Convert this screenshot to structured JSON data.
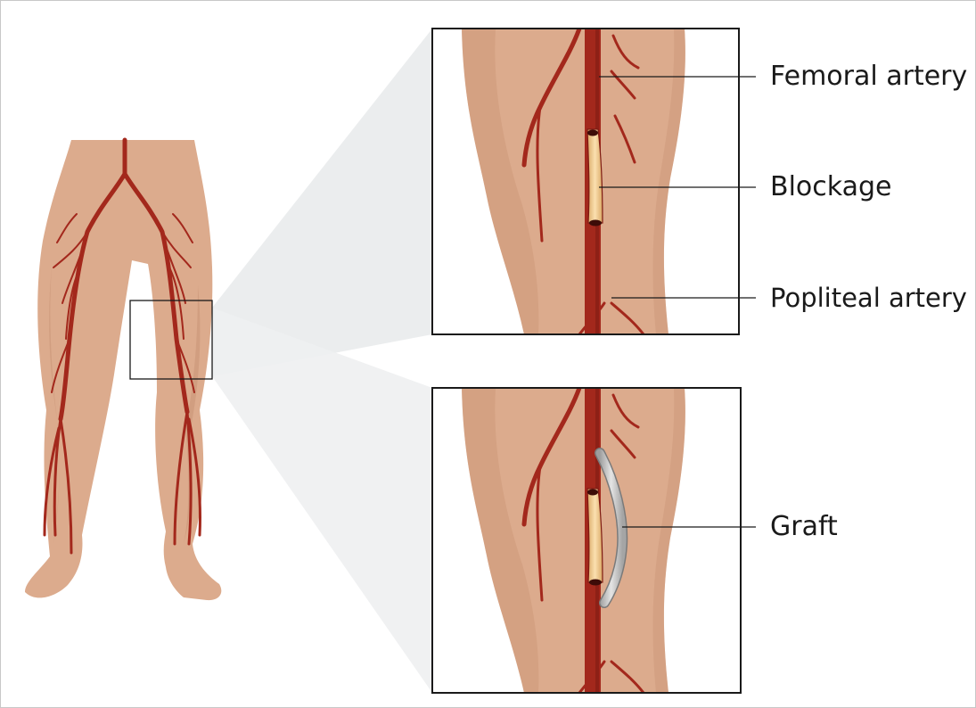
{
  "labels": {
    "femoral": "Femoral artery",
    "blockage": "Blockage",
    "popliteal": "Popliteal artery",
    "graft": "Graft"
  },
  "colors": {
    "skin": "#dcab8d",
    "skin_shade": "#c99476",
    "artery": "#a3281c",
    "artery_dark": "#7e1a12",
    "plaque": "#f4c98e",
    "graft": "#cfcfcf",
    "callout_fill": "#e9ebec",
    "frame": "#1a1a1a"
  },
  "icons": {
    "legs": "legs-illustration-icon",
    "zoom_top": "artery-blockage-icon",
    "zoom_bottom": "bypass-graft-icon"
  }
}
